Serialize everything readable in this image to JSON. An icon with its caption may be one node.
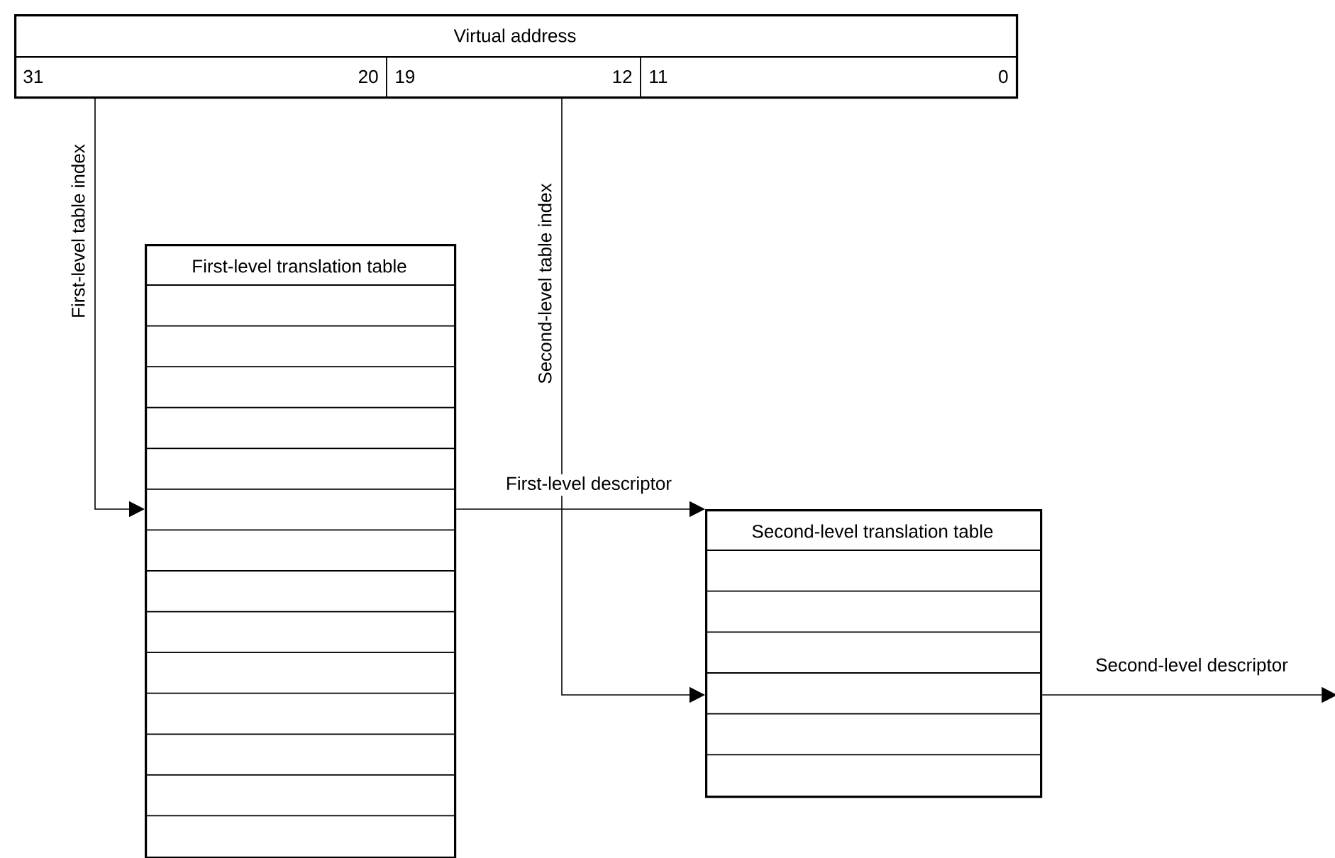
{
  "diagram": {
    "nodes": [
      {
        "text": [
          "Virtual address"
        ]
      },
      {
        "text": [
          "31",
          "20"
        ],
        "in": 0
      },
      {
        "text": [
          "19",
          "12"
        ],
        "in": 0
      },
      {
        "text": [
          "11",
          "0"
        ],
        "in": 0
      },
      {
        "text": [
          "First-level translation table"
        ]
      },
      {
        "text": [
          "Second-level translation table"
        ]
      }
    ],
    "edges": [
      {
        "from": 1,
        "to": 4,
        "arrow": "to",
        "label": "First-level table index"
      },
      {
        "from": 4,
        "to": 5,
        "arrow": "to",
        "label": "First-level descriptor"
      },
      {
        "from": 2,
        "to": 5,
        "arrow": "to",
        "label": "Second-level table index"
      },
      {
        "from": 5,
        "to": null,
        "arrow": "to",
        "label": "Second-level descriptor"
      }
    ]
  }
}
